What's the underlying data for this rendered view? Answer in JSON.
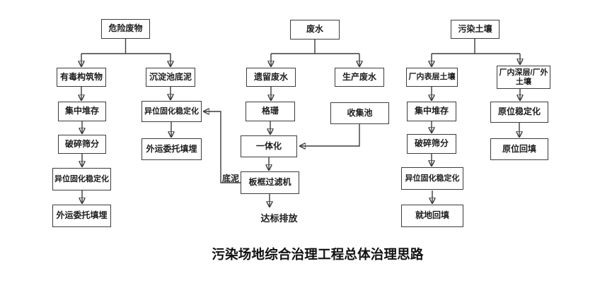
{
  "title": "污染场地综合治理工程总体治理思路",
  "nodes": {
    "hazardous_waste": "危险废物",
    "toxic_structures": "有毒构筑物",
    "sediment_pond_sludge": "沉淀池底泥",
    "hw_stockpile": "集中堆存",
    "hw_crush_screen": "破碎筛分",
    "hw_exsitu_ss": "异位固化稳定化",
    "hw_offsite_landfill": "外运委托填埋",
    "sp_exsitu_ss": "异位固化稳定化",
    "sp_offsite_landfill": "外运委托填埋",
    "wastewater": "废水",
    "legacy_wastewater": "遗留废水",
    "production_wastewater": "生产废水",
    "bar_screen": "格珊",
    "collection_pond": "收集池",
    "integrated_unit": "一体化",
    "plate_frame_filter": "板框过滤机",
    "contaminated_soil": "污染土壤",
    "plant_surface_soil": "厂内表层土壤",
    "plant_deep_outside_soil": "厂内深层/厂外土壤",
    "soil_stockpile": "集中堆存",
    "soil_crush_screen": "破碎筛分",
    "soil_exsitu_ss": "异位固化稳定化",
    "soil_onsite_backfill": "就地回填",
    "insitu_stabilization": "原位稳定化",
    "insitu_backfill": "原位回填"
  },
  "labels": {
    "sludge": "底泥",
    "discharge": "达标排放"
  },
  "colors": {
    "line": "#3c3c3c",
    "box_border": "#3c3c3c",
    "text": "#1d1d1d",
    "background": "#ffffff"
  }
}
